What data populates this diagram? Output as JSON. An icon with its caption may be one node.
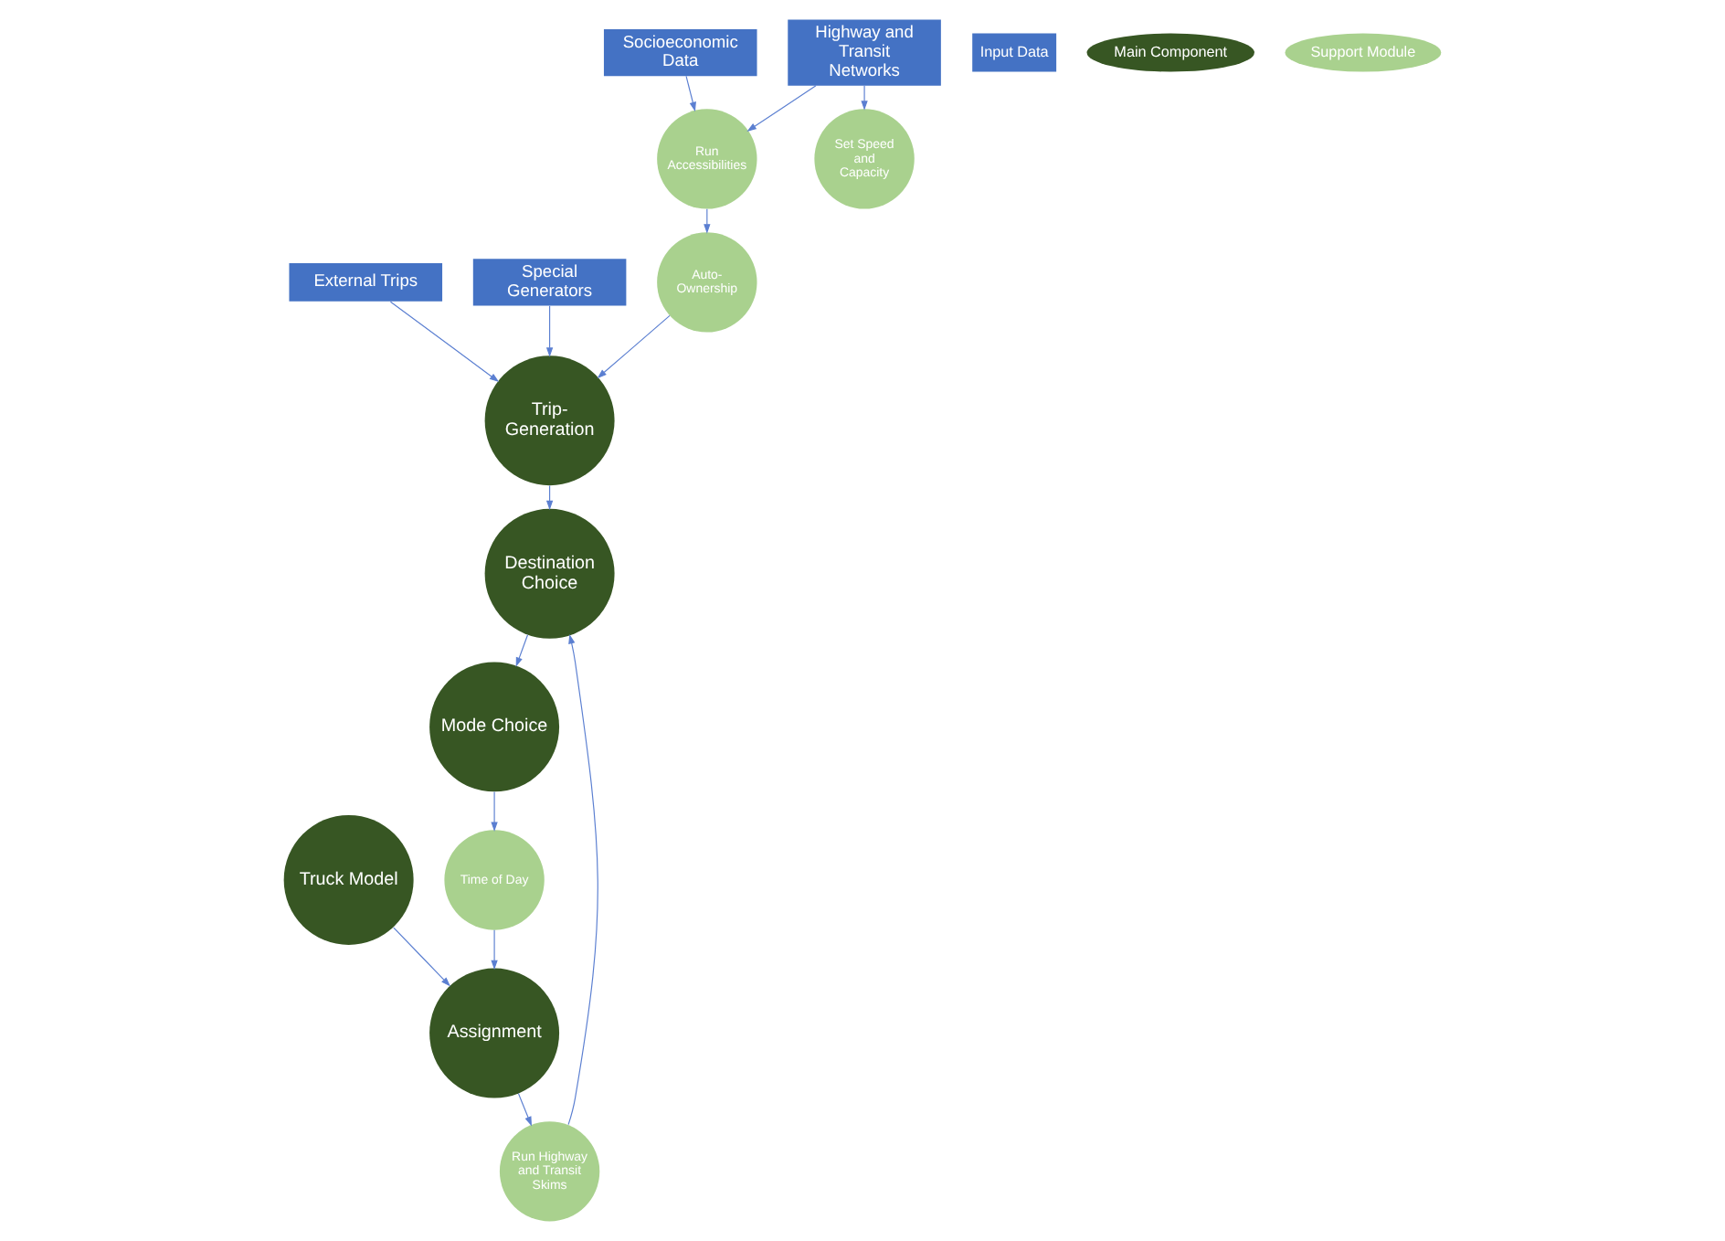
{
  "diagram": {
    "nodes": [
      {
        "text": [
          "Auto-Ownership"
        ]
      },
      {
        "text": [
          "Trip-Generation"
        ]
      },
      {
        "text": [
          "External Trips"
        ]
      },
      {
        "text": [
          "Special Generators"
        ]
      },
      {
        "text": [
          "Socioeconomic Data"
        ]
      },
      {
        "text": [
          "Run Accessibilities"
        ]
      },
      {
        "text": [
          "Highway and Transit Networks"
        ]
      },
      {
        "text": [
          "Destination Choice"
        ]
      },
      {
        "text": [
          "Set Speed and Capacity"
        ]
      },
      {
        "text": [
          "Run Highway and Transit Skims"
        ]
      },
      {
        "text": [
          "Mode Choice"
        ]
      },
      {
        "text": [
          "Time of Day"
        ]
      },
      {
        "text": [
          "Assignment"
        ]
      },
      {
        "text": [
          "Truck Model"
        ]
      }
    ],
    "edges": [
      {
        "from": 0,
        "to": 1,
        "arrow": "to"
      },
      {
        "from": 2,
        "to": 1,
        "arrow": "to"
      },
      {
        "from": 3,
        "to": 1,
        "arrow": "to"
      },
      {
        "from": 4,
        "to": 5,
        "arrow": "to"
      },
      {
        "from": 6,
        "to": 5,
        "arrow": "to"
      },
      {
        "from": 5,
        "to": 0,
        "arrow": "to"
      },
      {
        "from": 1,
        "to": 7,
        "arrow": "to"
      },
      {
        "from": 6,
        "to": 8,
        "arrow": "to"
      },
      {
        "from": 9,
        "to": 7,
        "arrow": "to"
      },
      {
        "from": 7,
        "to": 10,
        "arrow": "to"
      },
      {
        "from": 10,
        "to": 11,
        "arrow": "to"
      },
      {
        "from": 11,
        "to": 12,
        "arrow": "to"
      },
      {
        "from": 13,
        "to": 12,
        "arrow": "to"
      },
      {
        "from": 12,
        "to": 9,
        "arrow": "to"
      }
    ],
    "legend": [
      {
        "text": "Input Data",
        "color": "#4472c4"
      },
      {
        "text": "Main Component",
        "color": "#375623"
      },
      {
        "text": "Support Module",
        "color": "#a9d18e"
      }
    ]
  }
}
